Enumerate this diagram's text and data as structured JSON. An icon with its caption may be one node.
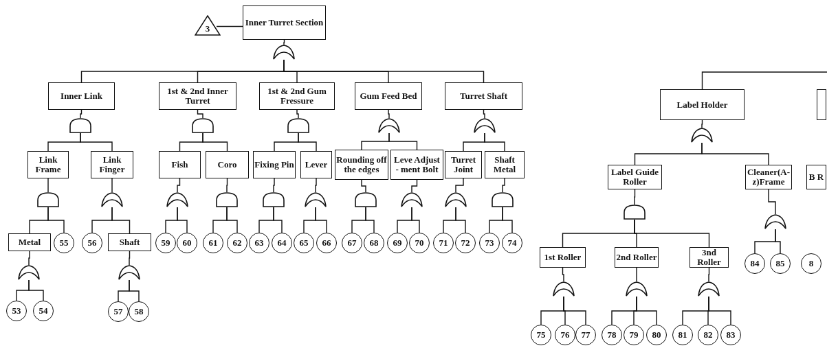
{
  "diagram": {
    "nodes": [
      {
        "text": [
          "3"
        ]
      },
      {
        "text": [
          "Inner Turret Section"
        ]
      },
      {
        "text": [],
        "shape": "or-gate"
      },
      {
        "text": [
          "Inner Link"
        ]
      },
      {
        "text": [
          "1st & 2nd Inner Turret"
        ]
      },
      {
        "text": [
          "1st & 2nd Gum Fressure"
        ]
      },
      {
        "text": [
          "Gum Feed Bed"
        ]
      },
      {
        "text": [
          "Turret Shaft"
        ]
      },
      {
        "text": [],
        "shape": "and-gate"
      },
      {
        "text": [],
        "shape": "and-gate"
      },
      {
        "text": [],
        "shape": "and-gate"
      },
      {
        "text": [],
        "shape": "or-gate"
      },
      {
        "text": [],
        "shape": "or-gate"
      },
      {
        "text": [
          "Link Frame"
        ]
      },
      {
        "text": [
          "Link Finger"
        ]
      },
      {
        "text": [
          "Fish"
        ]
      },
      {
        "text": [
          "Coro"
        ]
      },
      {
        "text": [
          "Fixing Pin"
        ]
      },
      {
        "text": [
          "Lever"
        ]
      },
      {
        "text": [
          "Rounding off the edges"
        ]
      },
      {
        "text": [
          "Leve Adjust - ment Bolt"
        ]
      },
      {
        "text": [
          "Turret Joint"
        ]
      },
      {
        "text": [
          "Shaft Metal"
        ]
      },
      {
        "text": [],
        "shape": "and-gate"
      },
      {
        "text": [],
        "shape": "or-gate"
      },
      {
        "text": [],
        "shape": "or-gate"
      },
      {
        "text": [],
        "shape": "and-gate"
      },
      {
        "text": [],
        "shape": "and-gate"
      },
      {
        "text": [],
        "shape": "or-gate"
      },
      {
        "text": [],
        "shape": "and-gate"
      },
      {
        "text": [],
        "shape": "or-gate"
      },
      {
        "text": [],
        "shape": "or-gate"
      },
      {
        "text": [],
        "shape": "and-gate"
      },
      {
        "text": [
          "Metal"
        ]
      },
      {
        "text": [
          "55"
        ]
      },
      {
        "text": [
          "56"
        ]
      },
      {
        "text": [
          "Shaft"
        ]
      },
      {
        "text": [
          "59"
        ]
      },
      {
        "text": [
          "60"
        ]
      },
      {
        "text": [
          "61"
        ]
      },
      {
        "text": [
          "62"
        ]
      },
      {
        "text": [
          "63"
        ]
      },
      {
        "text": [
          "64"
        ]
      },
      {
        "text": [
          "65"
        ]
      },
      {
        "text": [
          "66"
        ]
      },
      {
        "text": [
          "67"
        ]
      },
      {
        "text": [
          "68"
        ]
      },
      {
        "text": [
          "69"
        ]
      },
      {
        "text": [
          "70"
        ]
      },
      {
        "text": [
          "71"
        ]
      },
      {
        "text": [
          "72"
        ]
      },
      {
        "text": [
          "73"
        ]
      },
      {
        "text": [
          "74"
        ]
      },
      {
        "text": [],
        "shape": "or-gate"
      },
      {
        "text": [],
        "shape": "or-gate"
      },
      {
        "text": [
          "53"
        ]
      },
      {
        "text": [
          "54"
        ]
      },
      {
        "text": [
          "57"
        ]
      },
      {
        "text": [
          "58"
        ]
      },
      {
        "text": [
          "Label Holder"
        ]
      },
      {
        "text": [],
        "shape": "box"
      },
      {
        "text": [],
        "shape": "or-gate"
      },
      {
        "text": [
          "Label Guide Roller"
        ]
      },
      {
        "text": [
          "Cleaner(A- z)Frame"
        ]
      },
      {
        "text": [
          "B R"
        ]
      },
      {
        "text": [],
        "shape": "and-gate"
      },
      {
        "text": [],
        "shape": "or-gate"
      },
      {
        "text": [
          "1st Roller"
        ]
      },
      {
        "text": [
          "2nd Roller"
        ]
      },
      {
        "text": [
          "3nd Roller"
        ]
      },
      {
        "text": [
          "84"
        ]
      },
      {
        "text": [
          "85"
        ]
      },
      {
        "text": [
          "8"
        ]
      },
      {
        "text": [],
        "shape": "or-gate"
      },
      {
        "text": [],
        "shape": "or-gate"
      },
      {
        "text": [],
        "shape": "or-gate"
      },
      {
        "text": [
          "75"
        ]
      },
      {
        "text": [
          "76"
        ]
      },
      {
        "text": [
          "77"
        ]
      },
      {
        "text": [
          "78"
        ]
      },
      {
        "text": [
          "79"
        ]
      },
      {
        "text": [
          "80"
        ]
      },
      {
        "text": [
          "81"
        ]
      },
      {
        "text": [
          "82"
        ]
      },
      {
        "text": [
          "83"
        ]
      }
    ],
    "edges": [
      {
        "from": 0,
        "to": 1,
        "arrow": "none"
      },
      {
        "from": 1,
        "to": 2,
        "arrow": "none"
      },
      {
        "from": 2,
        "to": 3,
        "arrow": "none"
      },
      {
        "from": 2,
        "to": 4,
        "arrow": "none"
      },
      {
        "from": 2,
        "to": 5,
        "arrow": "none"
      },
      {
        "from": 2,
        "to": 6,
        "arrow": "none"
      },
      {
        "from": 2,
        "to": 7,
        "arrow": "none"
      },
      {
        "from": 3,
        "to": 8,
        "arrow": "none"
      },
      {
        "from": 4,
        "to": 9,
        "arrow": "none"
      },
      {
        "from": 5,
        "to": 10,
        "arrow": "none"
      },
      {
        "from": 6,
        "to": 11,
        "arrow": "none"
      },
      {
        "from": 7,
        "to": 12,
        "arrow": "none"
      },
      {
        "from": 8,
        "to": 13,
        "arrow": "none"
      },
      {
        "from": 8,
        "to": 14,
        "arrow": "none"
      },
      {
        "from": 9,
        "to": 15,
        "arrow": "none"
      },
      {
        "from": 9,
        "to": 16,
        "arrow": "none"
      },
      {
        "from": 10,
        "to": 17,
        "arrow": "none"
      },
      {
        "from": 10,
        "to": 18,
        "arrow": "none"
      },
      {
        "from": 11,
        "to": 19,
        "arrow": "none"
      },
      {
        "from": 11,
        "to": 20,
        "arrow": "none"
      },
      {
        "from": 12,
        "to": 21,
        "arrow": "none"
      },
      {
        "from": 12,
        "to": 22,
        "arrow": "none"
      },
      {
        "from": 13,
        "to": 23,
        "arrow": "none"
      },
      {
        "from": 14,
        "to": 24,
        "arrow": "none"
      },
      {
        "from": 15,
        "to": 25,
        "arrow": "none"
      },
      {
        "from": 16,
        "to": 26,
        "arrow": "none"
      },
      {
        "from": 17,
        "to": 27,
        "arrow": "none"
      },
      {
        "from": 18,
        "to": 28,
        "arrow": "none"
      },
      {
        "from": 19,
        "to": 29,
        "arrow": "none"
      },
      {
        "from": 20,
        "to": 30,
        "arrow": "none"
      },
      {
        "from": 21,
        "to": 31,
        "arrow": "none"
      },
      {
        "from": 22,
        "to": 32,
        "arrow": "none"
      },
      {
        "from": 23,
        "to": 33,
        "arrow": "none"
      },
      {
        "from": 23,
        "to": 34,
        "arrow": "none"
      },
      {
        "from": 24,
        "to": 35,
        "arrow": "none"
      },
      {
        "from": 24,
        "to": 36,
        "arrow": "none"
      },
      {
        "from": 25,
        "to": 37,
        "arrow": "none"
      },
      {
        "from": 25,
        "to": 38,
        "arrow": "none"
      },
      {
        "from": 26,
        "to": 39,
        "arrow": "none"
      },
      {
        "from": 26,
        "to": 40,
        "arrow": "none"
      },
      {
        "from": 27,
        "to": 41,
        "arrow": "none"
      },
      {
        "from": 27,
        "to": 42,
        "arrow": "none"
      },
      {
        "from": 28,
        "to": 43,
        "arrow": "none"
      },
      {
        "from": 28,
        "to": 44,
        "arrow": "none"
      },
      {
        "from": 29,
        "to": 45,
        "arrow": "none"
      },
      {
        "from": 29,
        "to": 46,
        "arrow": "none"
      },
      {
        "from": 30,
        "to": 47,
        "arrow": "none"
      },
      {
        "from": 30,
        "to": 48,
        "arrow": "none"
      },
      {
        "from": 31,
        "to": 49,
        "arrow": "none"
      },
      {
        "from": 31,
        "to": 50,
        "arrow": "none"
      },
      {
        "from": 32,
        "to": 51,
        "arrow": "none"
      },
      {
        "from": 32,
        "to": 52,
        "arrow": "none"
      },
      {
        "from": 33,
        "to": 53,
        "arrow": "none"
      },
      {
        "from": 36,
        "to": 54,
        "arrow": "none"
      },
      {
        "from": 53,
        "to": 55,
        "arrow": "none"
      },
      {
        "from": 53,
        "to": 56,
        "arrow": "none"
      },
      {
        "from": 54,
        "to": 57,
        "arrow": "none"
      },
      {
        "from": 54,
        "to": 58,
        "arrow": "none"
      },
      {
        "from": null,
        "to": 59,
        "arrow": "none"
      },
      {
        "from": 59,
        "to": 61,
        "arrow": "none"
      },
      {
        "from": 61,
        "to": 62,
        "arrow": "none"
      },
      {
        "from": 61,
        "to": 63,
        "arrow": "none"
      },
      {
        "from": 62,
        "to": 65,
        "arrow": "none"
      },
      {
        "from": 63,
        "to": 66,
        "arrow": "none"
      },
      {
        "from": 65,
        "to": 67,
        "arrow": "none"
      },
      {
        "from": 65,
        "to": 68,
        "arrow": "none"
      },
      {
        "from": 65,
        "to": 69,
        "arrow": "none"
      },
      {
        "from": 66,
        "to": 70,
        "arrow": "none"
      },
      {
        "from": 66,
        "to": 71,
        "arrow": "none"
      },
      {
        "from": 67,
        "to": 73,
        "arrow": "none"
      },
      {
        "from": 68,
        "to": 74,
        "arrow": "none"
      },
      {
        "from": 69,
        "to": 75,
        "arrow": "none"
      },
      {
        "from": 73,
        "to": 76,
        "arrow": "none"
      },
      {
        "from": 73,
        "to": 77,
        "arrow": "none"
      },
      {
        "from": 73,
        "to": 78,
        "arrow": "none"
      },
      {
        "from": 74,
        "to": 79,
        "arrow": "none"
      },
      {
        "from": 74,
        "to": 80,
        "arrow": "none"
      },
      {
        "from": 74,
        "to": 81,
        "arrow": "none"
      },
      {
        "from": 75,
        "to": 82,
        "arrow": "none"
      },
      {
        "from": 75,
        "to": 83,
        "arrow": "none"
      },
      {
        "from": 75,
        "to": 84,
        "arrow": "none"
      }
    ]
  }
}
